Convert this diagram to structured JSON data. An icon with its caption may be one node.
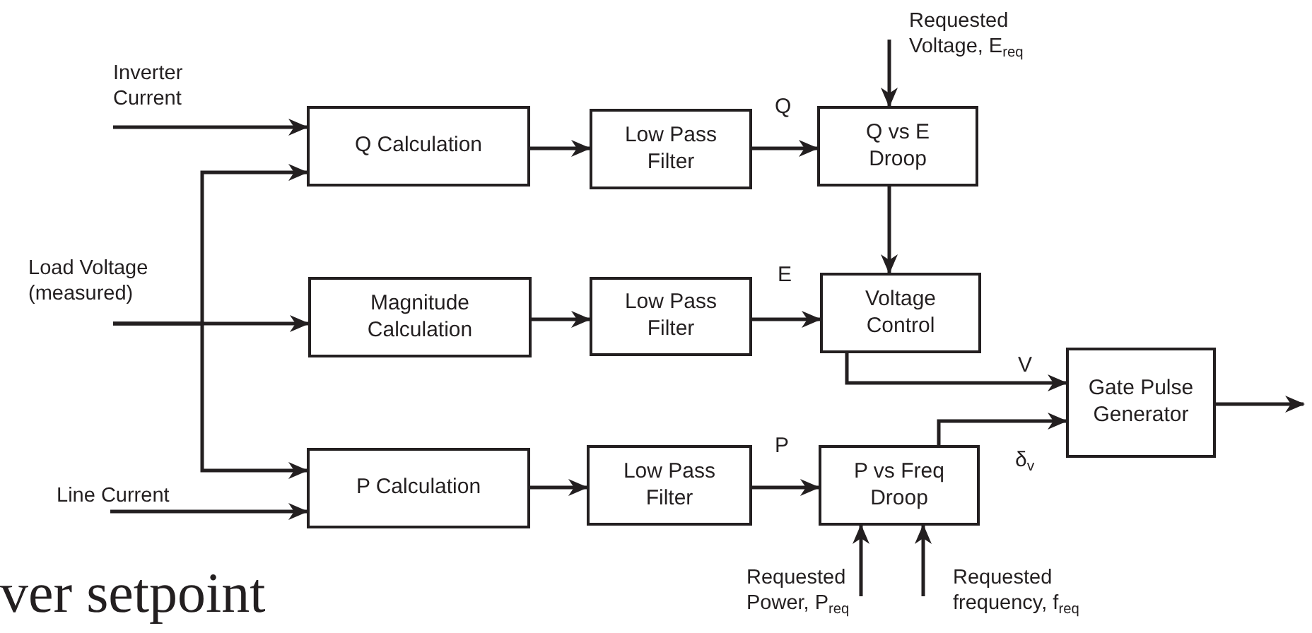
{
  "diagram": {
    "nodes": [
      {
        "text": [
          "Inverter Current"
        ]
      },
      {
        "text": [
          "Load Voltage (measured)"
        ]
      },
      {
        "text": [
          "Line Current"
        ]
      },
      {
        "text": [
          "Q Calculation"
        ]
      },
      {
        "text": [
          "Magnitude Calculation"
        ]
      },
      {
        "text": [
          "P Calculation"
        ]
      },
      {
        "text": [
          "Low Pass Filter"
        ]
      },
      {
        "text": [
          "Low Pass Filter"
        ]
      },
      {
        "text": [
          "Low Pass Filter"
        ]
      },
      {
        "text": [
          "Requested Voltage, E$_{req}$"
        ]
      },
      {
        "text": [
          "Q vs E Droop"
        ]
      },
      {
        "text": [
          "Voltage Control"
        ]
      },
      {
        "text": [
          "P vs Freq Droop"
        ]
      },
      {
        "text": [
          "Requested Power, P$_{req}$"
        ]
      },
      {
        "text": [
          "Requested frequency, f$_{req}$"
        ]
      },
      {
        "text": [
          "Gate Pulse Generator"
        ]
      }
    ],
    "edges": [
      {
        "from": 0,
        "to": 3,
        "arrow": "to"
      },
      {
        "from": 1,
        "to": 3,
        "arrow": "to"
      },
      {
        "from": 1,
        "to": 4,
        "arrow": "to"
      },
      {
        "from": 1,
        "to": 5,
        "arrow": "to"
      },
      {
        "from": 2,
        "to": 5,
        "arrow": "to"
      },
      {
        "from": 3,
        "to": 6,
        "arrow": "to"
      },
      {
        "from": 6,
        "to": 10,
        "arrow": "to",
        "label": "Q"
      },
      {
        "from": 10,
        "to": 11,
        "arrow": "to"
      },
      {
        "from": 4,
        "to": 7,
        "arrow": "to"
      },
      {
        "from": 7,
        "to": 11,
        "arrow": "to",
        "label": "E"
      },
      {
        "from": 11,
        "to": 15,
        "arrow": "to",
        "label": "V"
      },
      {
        "from": 5,
        "to": 8,
        "arrow": "to"
      },
      {
        "from": 8,
        "to": 12,
        "arrow": "to",
        "label": "P"
      },
      {
        "from": 12,
        "to": 15,
        "arrow": "to",
        "label": "δ$_{v}$"
      },
      {
        "from": 9,
        "to": 10,
        "arrow": "to"
      },
      {
        "from": 13,
        "to": 12,
        "arrow": "to"
      },
      {
        "from": 14,
        "to": 12,
        "arrow": "to"
      },
      {
        "from": 15,
        "to": null,
        "arrow": "to"
      }
    ],
    "labels": [
      "ver setpoint"
    ]
  }
}
